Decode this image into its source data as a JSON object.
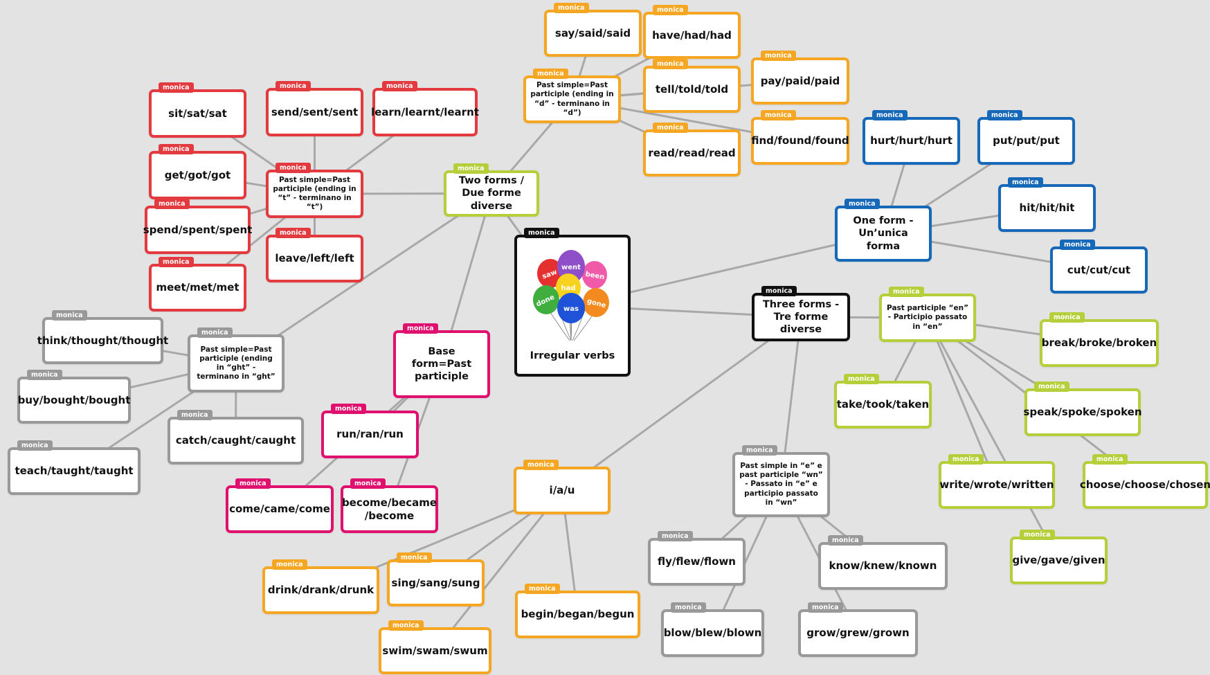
{
  "author_tag": "monica",
  "colors": {
    "black": "#111111",
    "red": "#e23a3f",
    "orange": "#f5a623",
    "blue": "#1668b8",
    "lime": "#b5cf3a",
    "magenta": "#e0106e",
    "gray": "#999999",
    "edge": "#a8a8a8",
    "background": "#e3e3e3"
  },
  "center": {
    "label": "Irregular verbs",
    "balloon_words": [
      "went",
      "saw",
      "been",
      "had",
      "done",
      "gone",
      "was"
    ]
  },
  "nodes": {
    "two_forms": "Two forms / Due forme diverse",
    "one_form": "One form - Un’unica forma",
    "three_forms": "Three forms -Tre forme diverse",
    "base_form": "Base form=Past participle",
    "past_t": "Past simple=Past participle (ending in “t” - terminano in “t”)",
    "past_ght": "Past simple=Past participle (ending in “ght” - terminano in “ght”",
    "past_d": "Past simple=Past participle (ending in “d” - terminano in “d”)",
    "past_en": "Past participle “en” - Participio passato in “en”",
    "past_wn": "Past simple in “e” e past participle “wn” - Passato in “e” e participio passato in “wn”",
    "iau": "i/a/u",
    "sit": "sit/sat/sat",
    "send": "send/sent/sent",
    "learn": "learn/learnt/learnt",
    "get": "get/got/got",
    "spend": "spend/spent/spent",
    "leave": "leave/left/left",
    "meet": "meet/met/met",
    "say": "say/said/said",
    "have": "have/had/had",
    "tell": "tell/told/told",
    "pay": "pay/paid/paid",
    "find": "find/found/found",
    "read": "read/read/read",
    "hurt": "hurt/hurt/hurt",
    "put": "put/put/put",
    "hit": "hit/hit/hit",
    "cut": "cut/cut/cut",
    "think": "think/thought/thought",
    "buy": "buy/bought/bought",
    "catch": "catch/caught/caught",
    "teach": "teach/taught/taught",
    "run": "run/ran/run",
    "come": "come/came/come",
    "become": "become/became /become",
    "break": "break/broke/broken",
    "take": "take/took/taken",
    "speak": "speak/spoke/spoken",
    "write": "write/wrote/written",
    "choose": "choose/choose/chosen",
    "give": "give/gave/given",
    "fly": "fly/flew/flown",
    "know": "know/knew/known",
    "blow": "blow/blew/blown",
    "grow": "grow/grew/grown",
    "drink": "drink/drank/drunk",
    "sing": "sing/sang/sung",
    "swim": "swim/swam/swum",
    "begin": "begin/began/begun"
  }
}
